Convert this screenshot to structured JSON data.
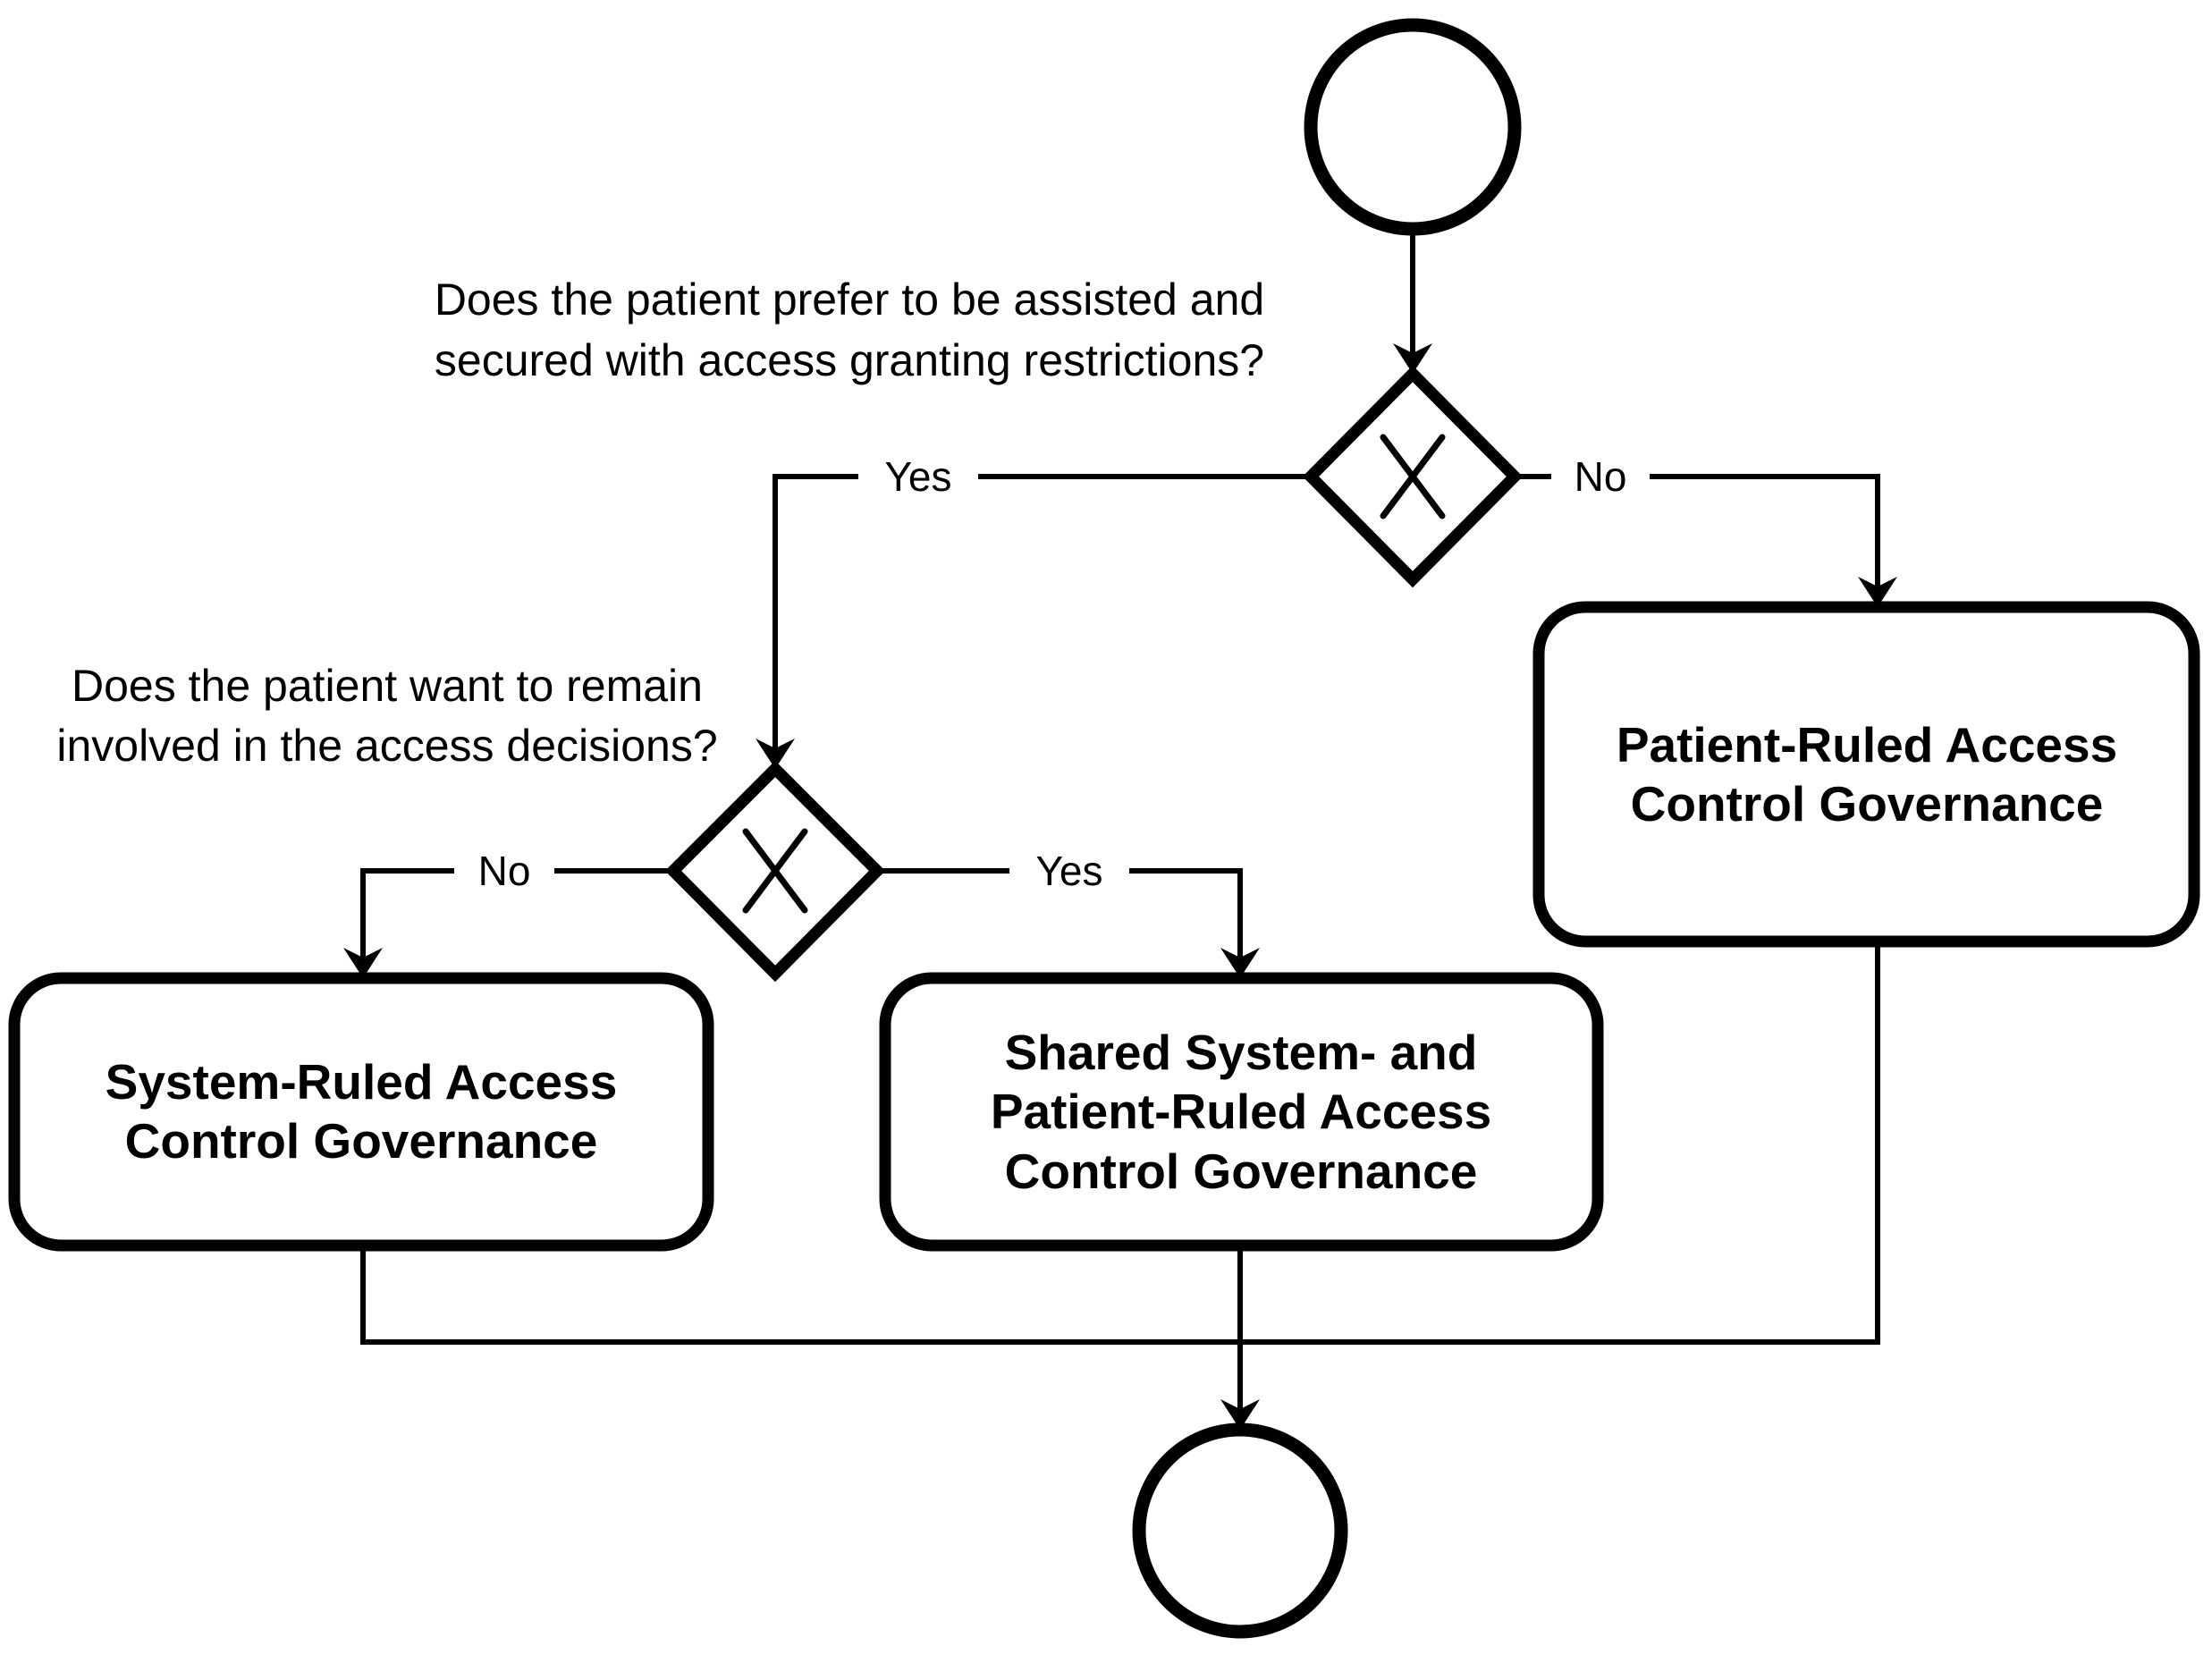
{
  "diagram": {
    "type": "bpmn-decision-flowchart",
    "colors": {
      "background": "#ffffff",
      "stroke": "#000000",
      "text": "#000000"
    },
    "icons": {
      "gateway_marker": "x-exclusive-gateway-icon",
      "start_node": "start-event-circle",
      "end_node": "end-event-circle"
    },
    "question1": {
      "line1": "Does the patient prefer to be assisted and",
      "line2": "secured with access granting restrictions?"
    },
    "question2": {
      "line1": "Does the patient want to remain",
      "line2": "involved in the access decisions?"
    },
    "edge_labels": {
      "gateway1_yes": "Yes",
      "gateway1_no": "No",
      "gateway2_no": "No",
      "gateway2_yes": "Yes"
    },
    "tasks": {
      "patient_ruled": {
        "line1": "Patient-Ruled Access",
        "line2": "Control Governance"
      },
      "system_ruled": {
        "line1": "System-Ruled Access",
        "line2": "Control Governance"
      },
      "shared": {
        "line1": "Shared System- and",
        "line2": "Patient-Ruled Access",
        "line3": "Control Governance"
      }
    }
  }
}
